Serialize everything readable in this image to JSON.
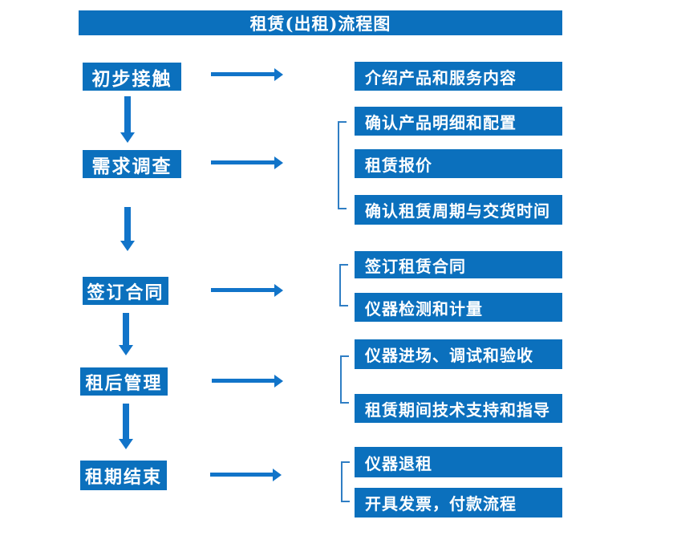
{
  "title": "租赁(出租)流程图",
  "colors": {
    "primary": "#0b70bd",
    "arrow": "#1174c9",
    "bracket": "#2f7ec4",
    "text": "#ffffff"
  },
  "stages": [
    {
      "label": "初步接触",
      "details": [
        "介绍产品和服务内容"
      ]
    },
    {
      "label": "需求调查",
      "details": [
        "确认产品明细和配置",
        "租赁报价",
        "确认租赁周期与交货时间"
      ]
    },
    {
      "label": "签订合同",
      "details": [
        "签订租赁合同",
        "仪器检测和计量"
      ]
    },
    {
      "label": "租后管理",
      "details": [
        "仪器进场、调试和验收",
        "租赁期间技术支持和指导"
      ]
    },
    {
      "label": "租期结束",
      "details": [
        "仪器退租",
        "开具发票，付款流程"
      ]
    }
  ]
}
